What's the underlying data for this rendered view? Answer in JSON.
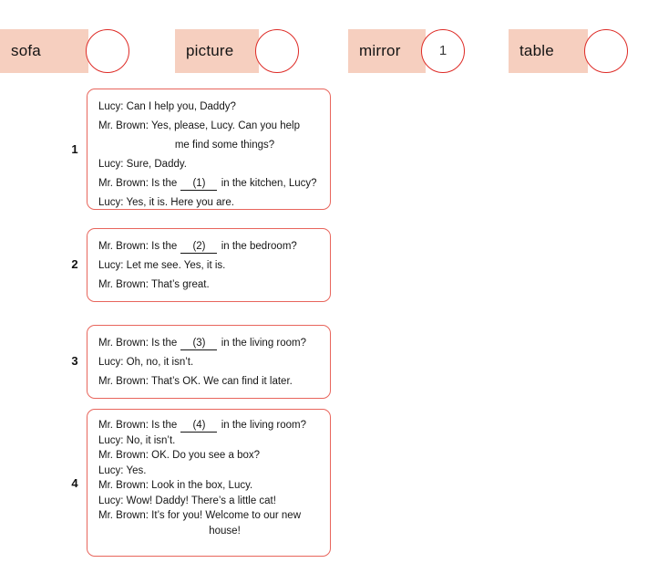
{
  "colors": {
    "word_bar_fill": "#F6CFBF",
    "circle_stroke": "#DE2B26",
    "box_border": "#E8655C",
    "text": "#161616",
    "page_background": "#FFFFFF"
  },
  "word_bank": {
    "items": [
      {
        "label": "sofa",
        "answer": "",
        "icon": "answer-circle"
      },
      {
        "label": "picture",
        "answer": "",
        "icon": "answer-circle"
      },
      {
        "label": "mirror",
        "answer": "1",
        "icon": "answer-circle"
      },
      {
        "label": "table",
        "answer": "",
        "icon": "answer-circle"
      }
    ]
  },
  "dialogues": [
    {
      "number": "1",
      "lines": [
        {
          "pre": "Lucy: Can I help you, Daddy?",
          "blank": null,
          "post": ""
        },
        {
          "pre": "Mr. Brown: Yes, please, Lucy. Can you help",
          "blank": null,
          "post": ""
        },
        {
          "pre": "me find some things?",
          "blank": null,
          "post": "",
          "continuation": true
        },
        {
          "pre": "Lucy: Sure, Daddy.",
          "blank": null,
          "post": ""
        },
        {
          "pre": "Mr. Brown: Is the",
          "blank": "(1)",
          "post": "in the kitchen, Lucy?"
        },
        {
          "pre": "Lucy: Yes, it is. Here you are.",
          "blank": null,
          "post": ""
        }
      ]
    },
    {
      "number": "2",
      "lines": [
        {
          "pre": "Mr. Brown: Is the",
          "blank": "(2)",
          "post": "in the bedroom?"
        },
        {
          "pre": "Lucy: Let me see. Yes, it is.",
          "blank": null,
          "post": ""
        },
        {
          "pre": "Mr. Brown: That’s great.",
          "blank": null,
          "post": ""
        }
      ]
    },
    {
      "number": "3",
      "lines": [
        {
          "pre": "Mr. Brown: Is the",
          "blank": "(3)",
          "post": "in the living room?"
        },
        {
          "pre": "Lucy: Oh, no, it isn’t.",
          "blank": null,
          "post": ""
        },
        {
          "pre": "Mr. Brown: That’s OK. We can find it later.",
          "blank": null,
          "post": ""
        }
      ]
    },
    {
      "number": "4",
      "lines": [
        {
          "pre": "Mr. Brown: Is the",
          "blank": "(4)",
          "post": "in the living room?"
        },
        {
          "pre": "Lucy: No, it isn’t.",
          "blank": null,
          "post": ""
        },
        {
          "pre": "Mr. Brown: OK. Do you see a box?",
          "blank": null,
          "post": ""
        },
        {
          "pre": "Lucy: Yes.",
          "blank": null,
          "post": ""
        },
        {
          "pre": "Mr. Brown: Look in the box, Lucy.",
          "blank": null,
          "post": ""
        },
        {
          "pre": "Lucy: Wow! Daddy! There’s a little cat!",
          "blank": null,
          "post": ""
        },
        {
          "pre": "Mr. Brown: It’s for you! Welcome to our new",
          "blank": null,
          "post": ""
        },
        {
          "pre": "house!",
          "blank": null,
          "post": "",
          "continuation": true
        }
      ]
    }
  ]
}
